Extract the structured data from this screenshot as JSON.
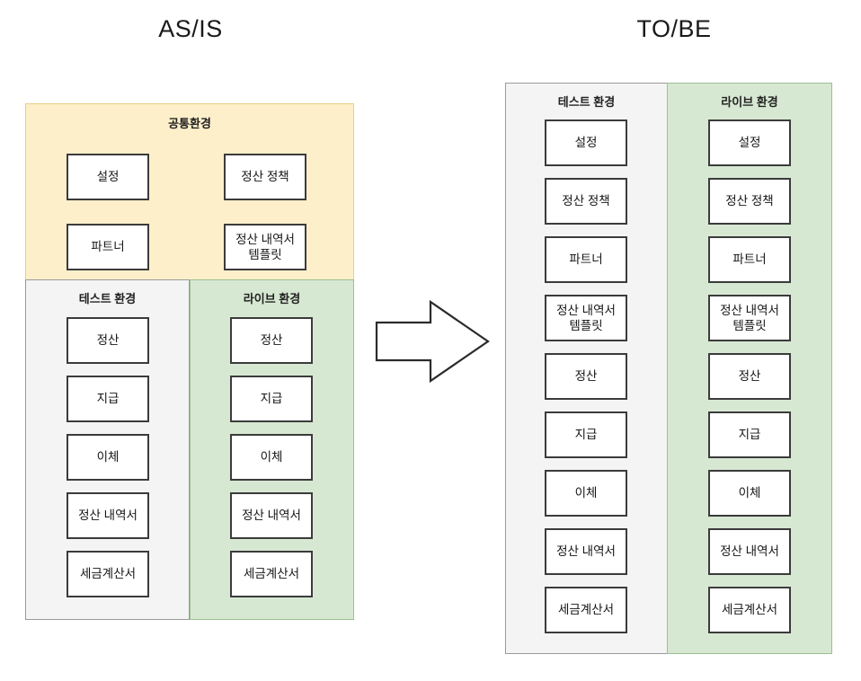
{
  "diagram": {
    "asis": {
      "title": "AS/IS",
      "common_band": {
        "label": "공통환경",
        "left_items": [
          "설정",
          "파트너"
        ],
        "right_items": [
          "정산 정책",
          "정산 내역서\n템플릿"
        ]
      },
      "test_column": {
        "label": "테스트 환경",
        "items": [
          "정산",
          "지급",
          "이체",
          "정산 내역서",
          "세금계산서"
        ]
      },
      "live_column": {
        "label": "라이브 환경",
        "items": [
          "정산",
          "지급",
          "이체",
          "정산 내역서",
          "세금계산서"
        ]
      }
    },
    "tobe": {
      "title": "TO/BE",
      "test_column": {
        "label": "테스트 환경",
        "items": [
          "설정",
          "정산 정책",
          "파트너",
          "정산 내역서\n템플릿",
          "정산",
          "지급",
          "이체",
          "정산 내역서",
          "세금계산서"
        ]
      },
      "live_column": {
        "label": "라이브 환경",
        "items": [
          "설정",
          "정산 정책",
          "파트너",
          "정산 내역서\n템플릿",
          "정산",
          "지급",
          "이체",
          "정산 내역서",
          "세금계산서"
        ]
      }
    },
    "arrow": {
      "name": "rightwards-transition-arrow"
    },
    "colors": {
      "common_fill": "#fdefc9",
      "common_border": "#e6d08a",
      "test_fill": "#f4f4f4",
      "test_border": "#9a9a9a",
      "live_fill": "#d7e8d2",
      "live_border": "#9cbf93",
      "box_border": "#3b3b3b",
      "box_fill": "#ffffff",
      "text": "#151515"
    }
  }
}
